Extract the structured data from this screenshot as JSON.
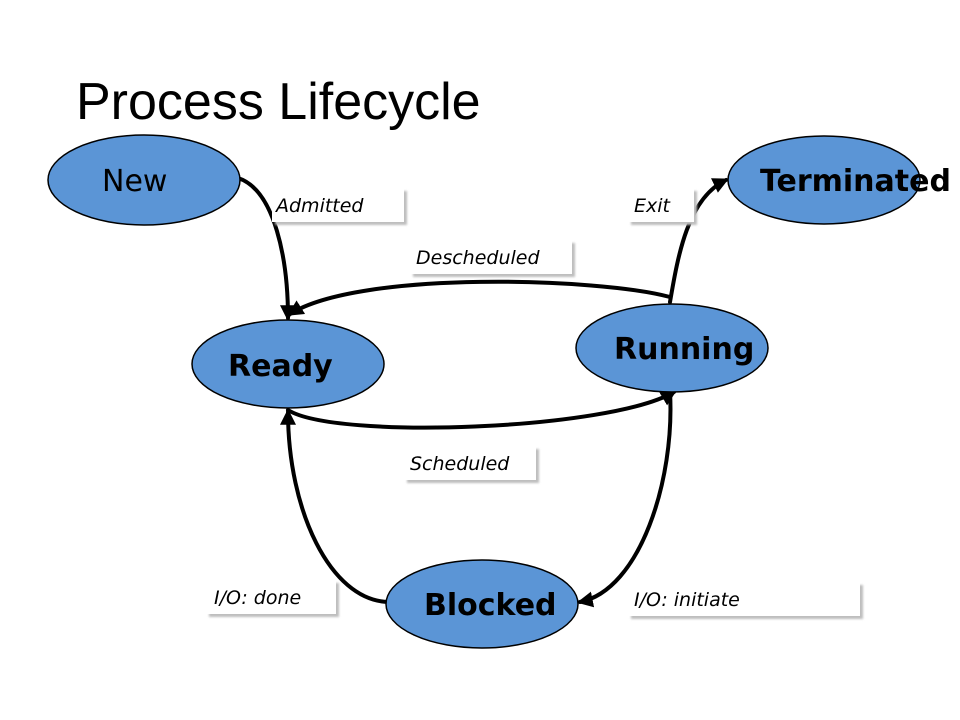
{
  "title": "Process Lifecycle",
  "colors": {
    "state_fill": "#5b95d6",
    "state_stroke": "#000000",
    "arrow": "#000000",
    "label_box_fill": "#ffffff",
    "label_box_shadow": "#c8c8c8"
  },
  "states": {
    "new": "New",
    "terminated": "Terminated",
    "ready": "Ready",
    "running": "Running",
    "blocked": "Blocked"
  },
  "transitions": {
    "admitted": "Admitted",
    "exit": "Exit",
    "descheduled": "Descheduled",
    "scheduled": "Scheduled",
    "io_done": "I/O: done",
    "io_initiate": "I/O: initiate"
  }
}
